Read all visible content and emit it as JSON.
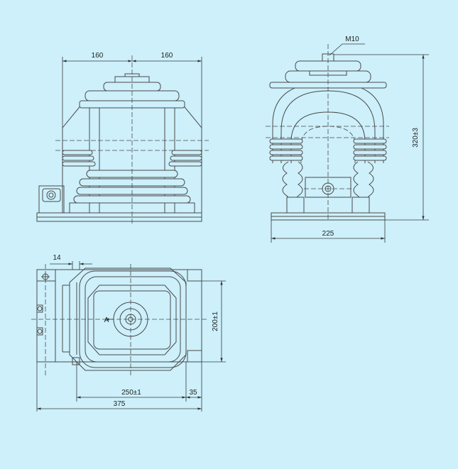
{
  "front_view": {
    "dim_left": "160",
    "dim_right": "160"
  },
  "side_view": {
    "thread_label": "M10",
    "height_dim": "320±3",
    "width_dim": "225"
  },
  "top_view": {
    "dim_offset": "14",
    "dim_depth": "200±1",
    "dim_span": "250±1",
    "dim_edge": "35",
    "dim_total": "375",
    "arrow_mark": "A"
  },
  "colors": {
    "background": "#cdf0fb",
    "line": "#4a4a4a"
  }
}
